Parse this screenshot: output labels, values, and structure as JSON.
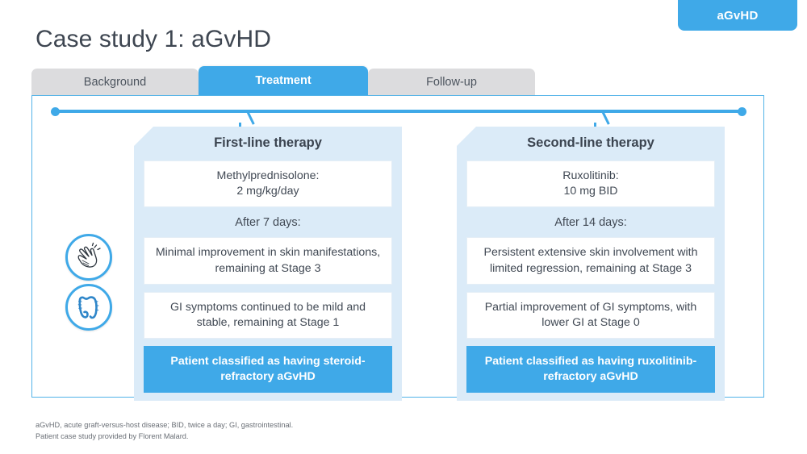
{
  "badge": {
    "label": "aGvHD"
  },
  "title": "Case study 1: aGvHD",
  "tabs": [
    {
      "label": "Background",
      "active": false
    },
    {
      "label": "Treatment",
      "active": true
    },
    {
      "label": "Follow-up",
      "active": false
    }
  ],
  "columns": [
    {
      "title": "First-line therapy",
      "drug": "Methylprednisolone:\n2 mg/kg/day",
      "drug_name": "Methylprednisolone:",
      "drug_dose": "2 mg/kg/day",
      "after_label": "After 7 days:",
      "skin_outcome": "Minimal improvement in skin manifestations, remaining at Stage 3",
      "gi_outcome": "GI symptoms continued to be mild and stable, remaining at Stage 1",
      "conclusion": "Patient classified as having steroid-refractory aGvHD"
    },
    {
      "title": "Second-line therapy",
      "drug_name": "Ruxolitinib:",
      "drug_dose": "10 mg BID",
      "after_label": "After 14 days:",
      "skin_outcome": "Persistent extensive skin involvement with limited regression, remaining at Stage 3",
      "gi_outcome": "Partial improvement of GI symptoms, with lower GI at Stage 0",
      "conclusion": "Patient classified as having ruxolitinib-refractory aGvHD"
    }
  ],
  "icons": {
    "skin": "skin-hand-rash-icon",
    "gi": "intestine-colon-icon"
  },
  "footnote": {
    "line1": "aGvHD, acute graft-versus-host disease; BID, twice a day; GI, gastrointestinal.",
    "line2": "Patient case study provided by Florent Malard."
  },
  "colors": {
    "accent": "#3fa9e8",
    "panel": "#dbebf8",
    "frame_border": "#52b3e8",
    "tab_inactive": "#dcdcde",
    "title_text": "#3e4651"
  }
}
